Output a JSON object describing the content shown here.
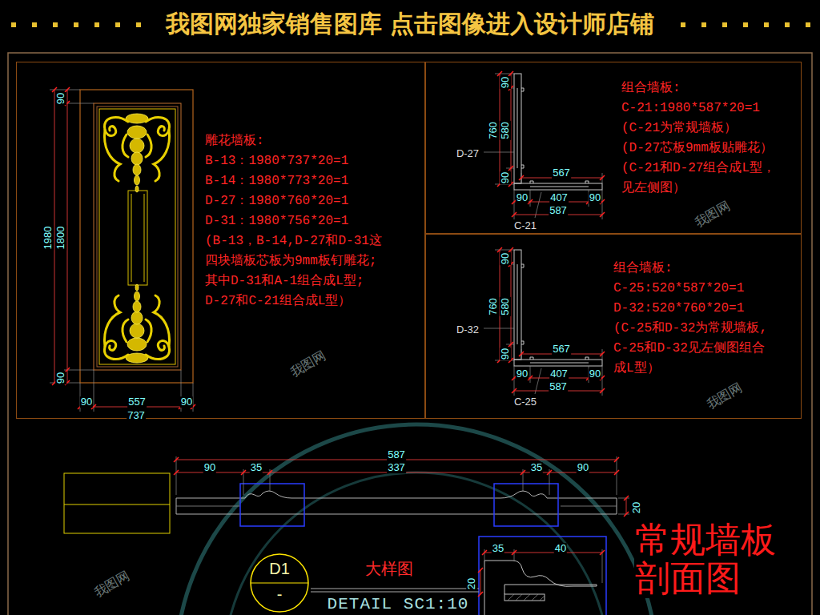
{
  "diagram": {
    "title": "我图网独家销售图库 点击图像进入设计师店铺",
    "nodes": [
      {
        "text": [
          "雕花墙板:",
          "B-13：1980*737*20=1",
          "B-14：1980*773*20=1",
          "D-27：1980*760*20=1",
          "D-31：1980*756*20=1",
          "(B-13，B-14,D-27和D-31这",
          "四块墙板芯板为9mm板钉雕花;",
          "其中D-31和A-1组合成L型;",
          "D-27和C-21组合成L型）"
        ]
      },
      {
        "text": [
          "组合墙板:",
          "C-21:1980*587*20=1",
          "(C-21为常规墙板）",
          "(D-27芯板9mm板贴雕花）",
          "(C-21和D-27组合成L型，",
          "见左侧图）"
        ]
      },
      {
        "text": [
          "组合墙板:",
          "C-25:520*587*20=1",
          "D-32:520*760*20=1",
          "(C-25和D-32为常规墙板,",
          "C-25和D-32见左侧图组合",
          "成L型）"
        ]
      },
      {
        "text": [
          "D1",
          "-"
        ]
      }
    ],
    "labels": [
      "90",
      "1980",
      "1800",
      "90",
      "90",
      "557",
      "90",
      "737",
      "90",
      "760",
      "580",
      "90",
      "D-27",
      "567",
      "90",
      "407",
      "90",
      "587",
      "C-21",
      "90",
      "760",
      "580",
      "90",
      "D-32",
      "567",
      "90",
      "407",
      "90",
      "587",
      "C-25",
      "587",
      "90",
      "35",
      "337",
      "35",
      "90",
      "20",
      "35",
      "40",
      "20",
      "大样图",
      "DETAIL SC1:10",
      "常规墙板 剖面图",
      "我图网",
      "我图网",
      "我图网",
      "我图网"
    ]
  }
}
